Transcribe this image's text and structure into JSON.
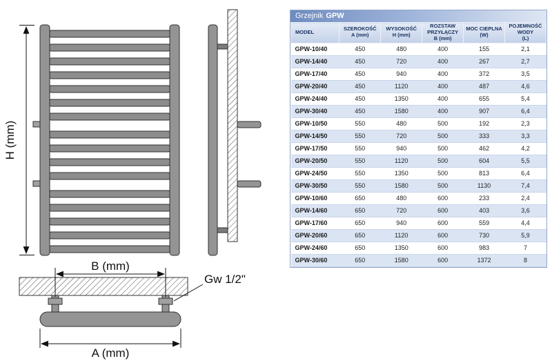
{
  "title": {
    "prefix": "Grzejnik",
    "bold": "GPW"
  },
  "diagram": {
    "height_label": "H (mm)",
    "spacing_label": "B (mm)",
    "width_label": "A (mm)",
    "thread_label": "Gw 1/2\""
  },
  "table": {
    "columns": [
      {
        "label": "MODEL",
        "sub": ""
      },
      {
        "label": "SZEROKOŚĆ",
        "sub": "A (mm)"
      },
      {
        "label": "WYSOKOŚĆ",
        "sub": "H (mm)"
      },
      {
        "label": "ROZSTAW PRZYŁĄCZY",
        "sub": "B (mm)"
      },
      {
        "label": "MOC CIEPLNA",
        "sub": "(W)"
      },
      {
        "label": "POJEMNOŚĆ WODY",
        "sub": "(L)"
      }
    ],
    "rows": [
      [
        "GPW-10/40",
        "450",
        "480",
        "400",
        "155",
        "2,1"
      ],
      [
        "GPW-14/40",
        "450",
        "720",
        "400",
        "267",
        "2,7"
      ],
      [
        "GPW-17/40",
        "450",
        "940",
        "400",
        "372",
        "3,5"
      ],
      [
        "GPW-20/40",
        "450",
        "1120",
        "400",
        "487",
        "4,6"
      ],
      [
        "GPW-24/40",
        "450",
        "1350",
        "400",
        "655",
        "5,4"
      ],
      [
        "GPW-30/40",
        "450",
        "1580",
        "400",
        "907",
        "6,4"
      ],
      [
        "GPW-10/50",
        "550",
        "480",
        "500",
        "192",
        "2,3"
      ],
      [
        "GPW-14/50",
        "550",
        "720",
        "500",
        "333",
        "3,3"
      ],
      [
        "GPW-17/50",
        "550",
        "940",
        "500",
        "462",
        "4,2"
      ],
      [
        "GPW-20/50",
        "550",
        "1120",
        "500",
        "604",
        "5,5"
      ],
      [
        "GPW-24/50",
        "550",
        "1350",
        "500",
        "813",
        "6,4"
      ],
      [
        "GPW-30/50",
        "550",
        "1580",
        "500",
        "1130",
        "7,4"
      ],
      [
        "GPW-10/60",
        "650",
        "480",
        "600",
        "233",
        "2,4"
      ],
      [
        "GPW-14/60",
        "650",
        "720",
        "600",
        "403",
        "3,6"
      ],
      [
        "GPW-17/60",
        "650",
        "940",
        "600",
        "559",
        "4,4"
      ],
      [
        "GPW-20/60",
        "650",
        "1120",
        "600",
        "730",
        "5,9"
      ],
      [
        "GPW-24/60",
        "650",
        "1350",
        "600",
        "983",
        "7"
      ],
      [
        "GPW-30/60",
        "650",
        "1580",
        "600",
        "1372",
        "8"
      ]
    ]
  }
}
